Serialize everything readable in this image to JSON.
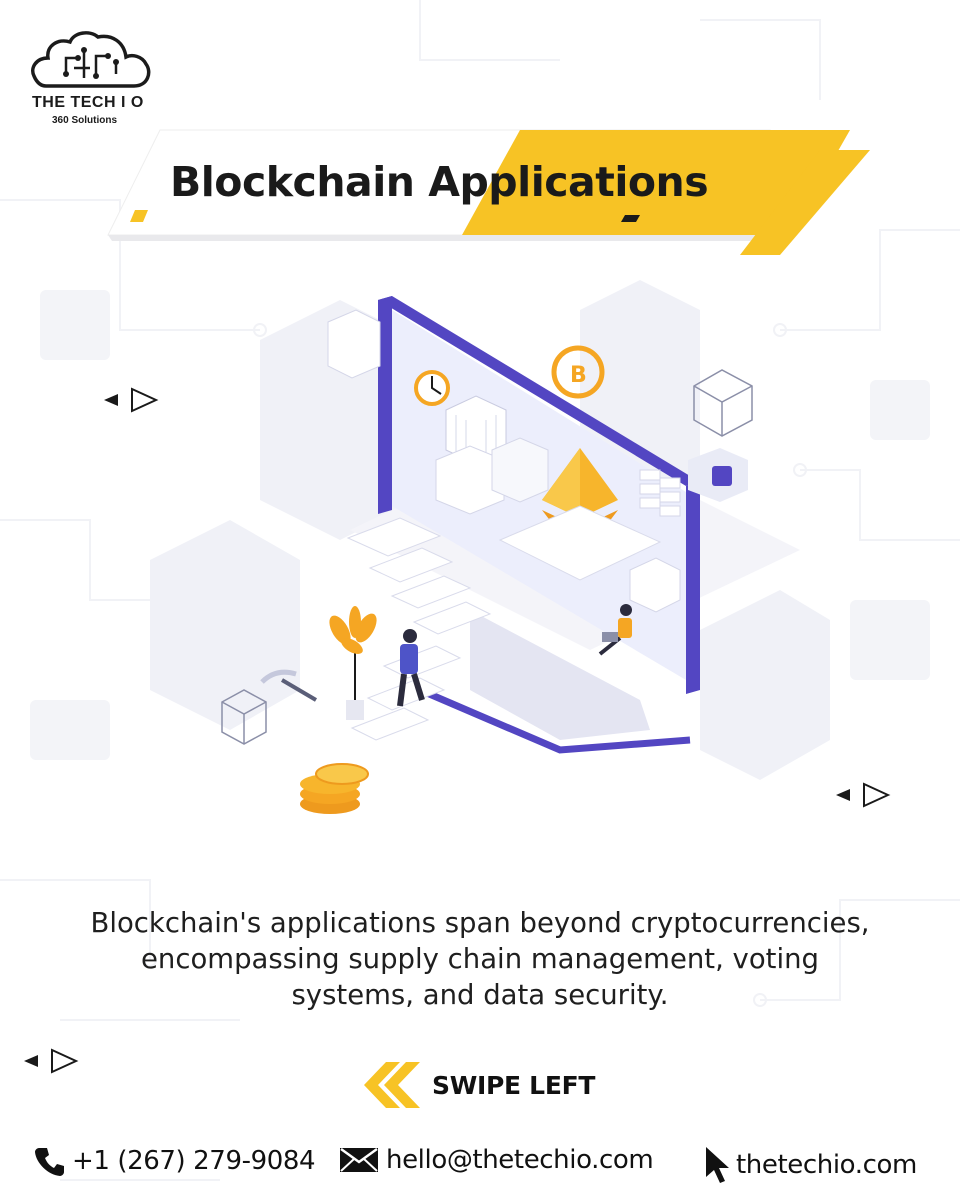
{
  "brand": {
    "name": "THE TECH I O",
    "tagline": "360 Solutions"
  },
  "headline": {
    "title": "Blockchain Applications"
  },
  "illustration": {
    "coin_letter": "B"
  },
  "body": {
    "text": "Blockchain's applications span beyond cryptocurrencies, encompassing supply chain management, voting systems, and data security."
  },
  "cta": {
    "label": "SWIPE LEFT"
  },
  "contact": {
    "phone": "+1 (267) 279-9084",
    "email": "hello@thetechio.com",
    "website": "thetechio.com"
  },
  "colors": {
    "accent": "#F7C325",
    "text": "#1A1A1A",
    "monitor": "#5346C2",
    "orange": "#F5A623"
  },
  "icons": [
    "cloud-circuit-logo",
    "phone-icon",
    "mail-icon",
    "cursor-icon",
    "double-chevron-left-icon",
    "play-arrow-icon"
  ]
}
